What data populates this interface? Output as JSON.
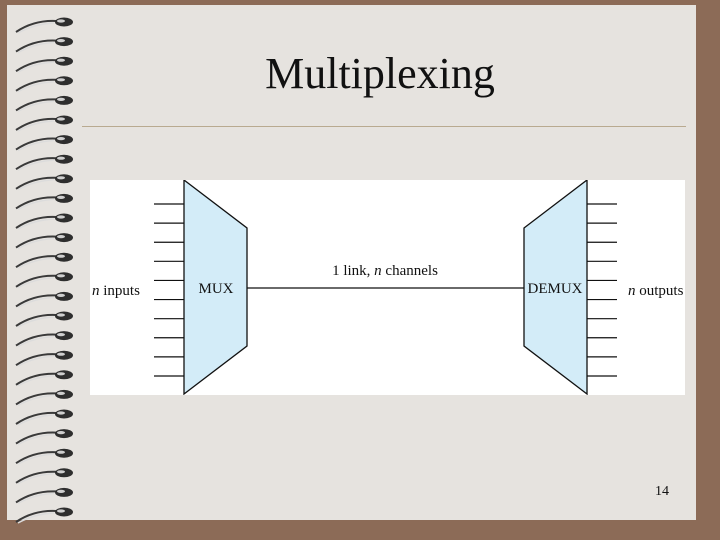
{
  "slide": {
    "title": "Multiplexing",
    "page_number": "14"
  },
  "diagram": {
    "input_count_word": "n",
    "input_suffix": " inputs",
    "output_count_word": "n",
    "output_suffix": " outputs",
    "mux_label": "MUX",
    "demux_label": "DEMUX",
    "link_prefix": "1 link, ",
    "link_channels_word": "n",
    "link_suffix": " channels",
    "input_lines": 10,
    "output_lines": 10,
    "colors": {
      "box_fill": "#d3ecf8",
      "line": "#111111"
    }
  }
}
